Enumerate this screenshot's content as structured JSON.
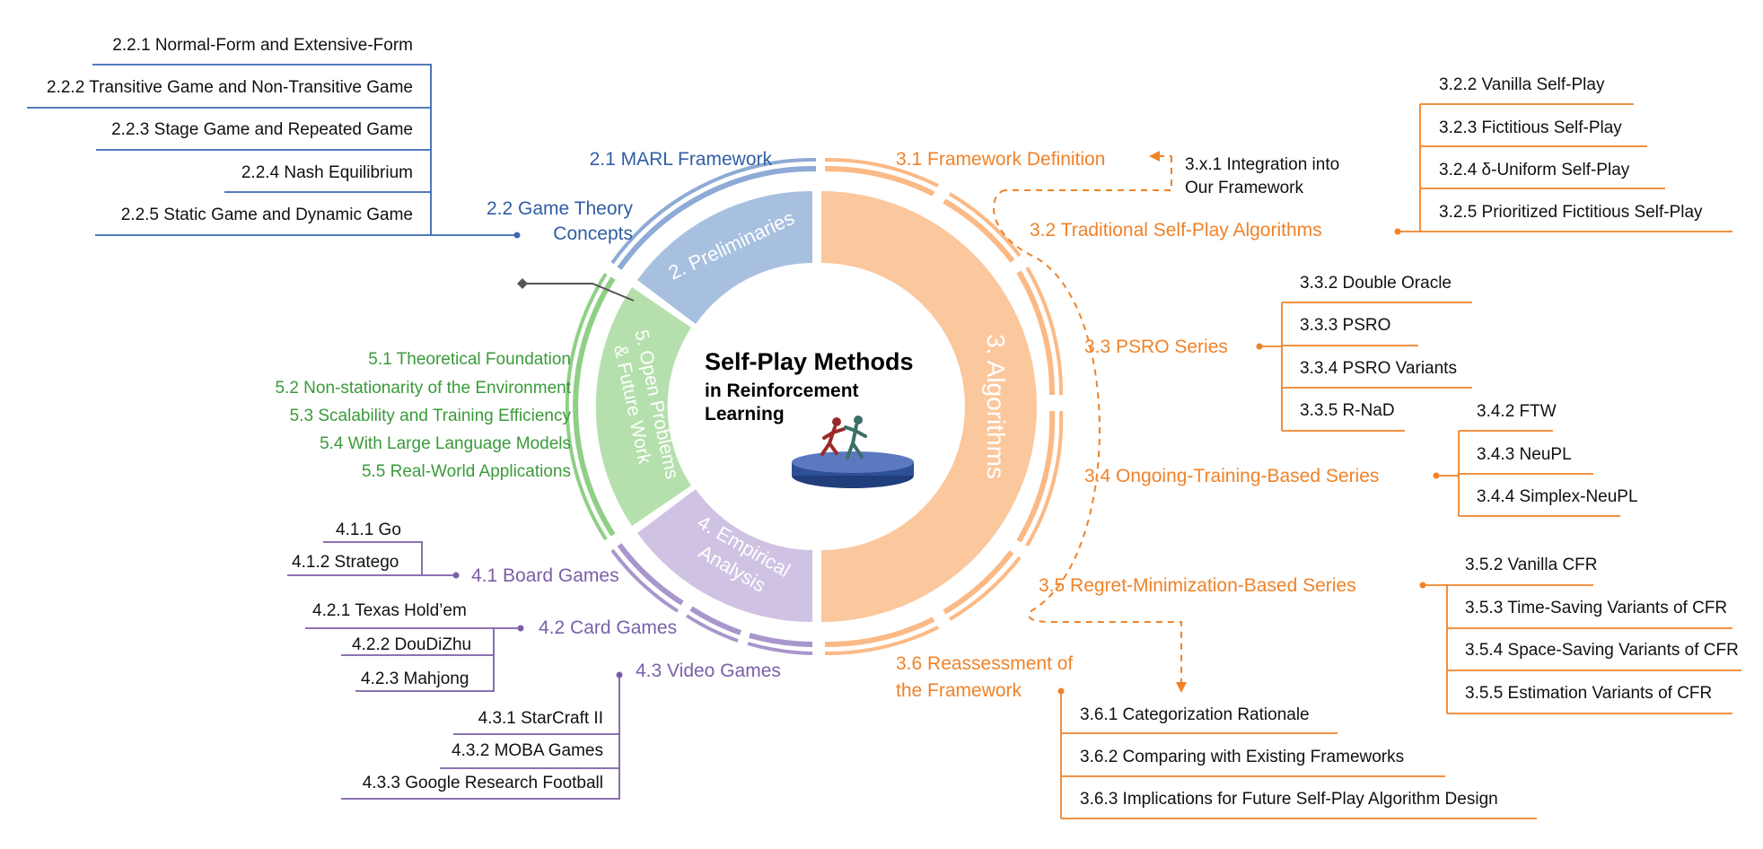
{
  "center": {
    "title": "Self-Play Methods",
    "subtitle_1": "in Reinforcement",
    "subtitle_2": "Learning"
  },
  "sections": {
    "prelim": "2. Preliminaries",
    "algo": "3. Algorithms",
    "empirical_1": "4. Empirical",
    "empirical_2": "Analysis",
    "open_1": "5. Open Problems",
    "open_2": "& Future Work"
  },
  "preliminaries": {
    "marl": "2.1  MARL Framework",
    "game_theory_1": "2.2  Game Theory",
    "game_theory_2": "Concepts",
    "items": [
      "2.2.1  Normal-Form and Extensive-Form",
      "2.2.2  Transitive Game and Non-Transitive Game",
      "2.2.3  Stage Game and Repeated Game",
      "2.2.4  Nash Equilibrium",
      "2.2.5  Static Game and Dynamic Game"
    ]
  },
  "algorithms": {
    "framework_def": "3.1  Framework Definition",
    "integration_1": "3.x.1  Integration into",
    "integration_2": "Our Framework",
    "traditional": "3.2   Traditional Self-Play Algorithms",
    "traditional_items": [
      "3.2.2  Vanilla Self-Play",
      "3.2.3  Fictitious Self-Play",
      "3.2.4  δ-Uniform Self-Play",
      "3.2.5  Prioritized Fictitious Self-Play"
    ],
    "psro": "3.3   PSRO Series",
    "psro_items": [
      "3.3.2  Double Oracle",
      "3.3.3  PSRO",
      "3.3.4  PSRO Variants",
      "3.3.5  R-NaD"
    ],
    "ongoing": "3.4   Ongoing-Training-Based Series",
    "ongoing_items": [
      "3.4.2  FTW",
      "3.4.3  NeuPL",
      "3.4.4  Simplex-NeuPL"
    ],
    "regret": "3.5    Regret-Minimization-Based Series",
    "regret_items": [
      "3.5.2  Vanilla CFR",
      "3.5.3  Time-Saving Variants of CFR",
      "3.5.4  Space-Saving Variants of CFR",
      "3.5.5  Estimation Variants of CFR"
    ],
    "reassess_1": "3.6  Reassessment of",
    "reassess_2": "the Framework",
    "reassess_items": [
      "3.6.1  Categorization Rationale",
      "3.6.2  Comparing with Existing Frameworks",
      "3.6.3  Implications for Future Self-Play Algorithm Design"
    ]
  },
  "empirical": {
    "board": "4.1  Board Games",
    "board_items": [
      "4.1.1  Go",
      "4.1.2  Stratego"
    ],
    "card": "4.2  Card Games",
    "card_items": [
      "4.2.1   Texas Hold’em",
      "4.2.2  DouDiZhu",
      "4.2.3  Mahjong"
    ],
    "video": "4.3  Video Games",
    "video_items": [
      "4.3.1   StarCraft II",
      "4.3.2  MOBA Games",
      "4.3.3  Google Research Football"
    ]
  },
  "open_problems": {
    "items": [
      "5.1  Theoretical Foundation",
      "5.2  Non-stationarity of the Environment",
      "5.3  Scalability and Training Efficiency",
      "5.4  With Large Language Models",
      "5.5  Real-World Applications"
    ]
  },
  "colors": {
    "prelim": "#a8c0e0",
    "prelim_line": "#3b68b0",
    "algo": "#fbc79c",
    "algo_line": "#f08228",
    "empirical": "#cfc2e3",
    "empirical_line": "#7b5fa8",
    "open": "#b5e0ad",
    "open_line": "#3a9a3a"
  }
}
